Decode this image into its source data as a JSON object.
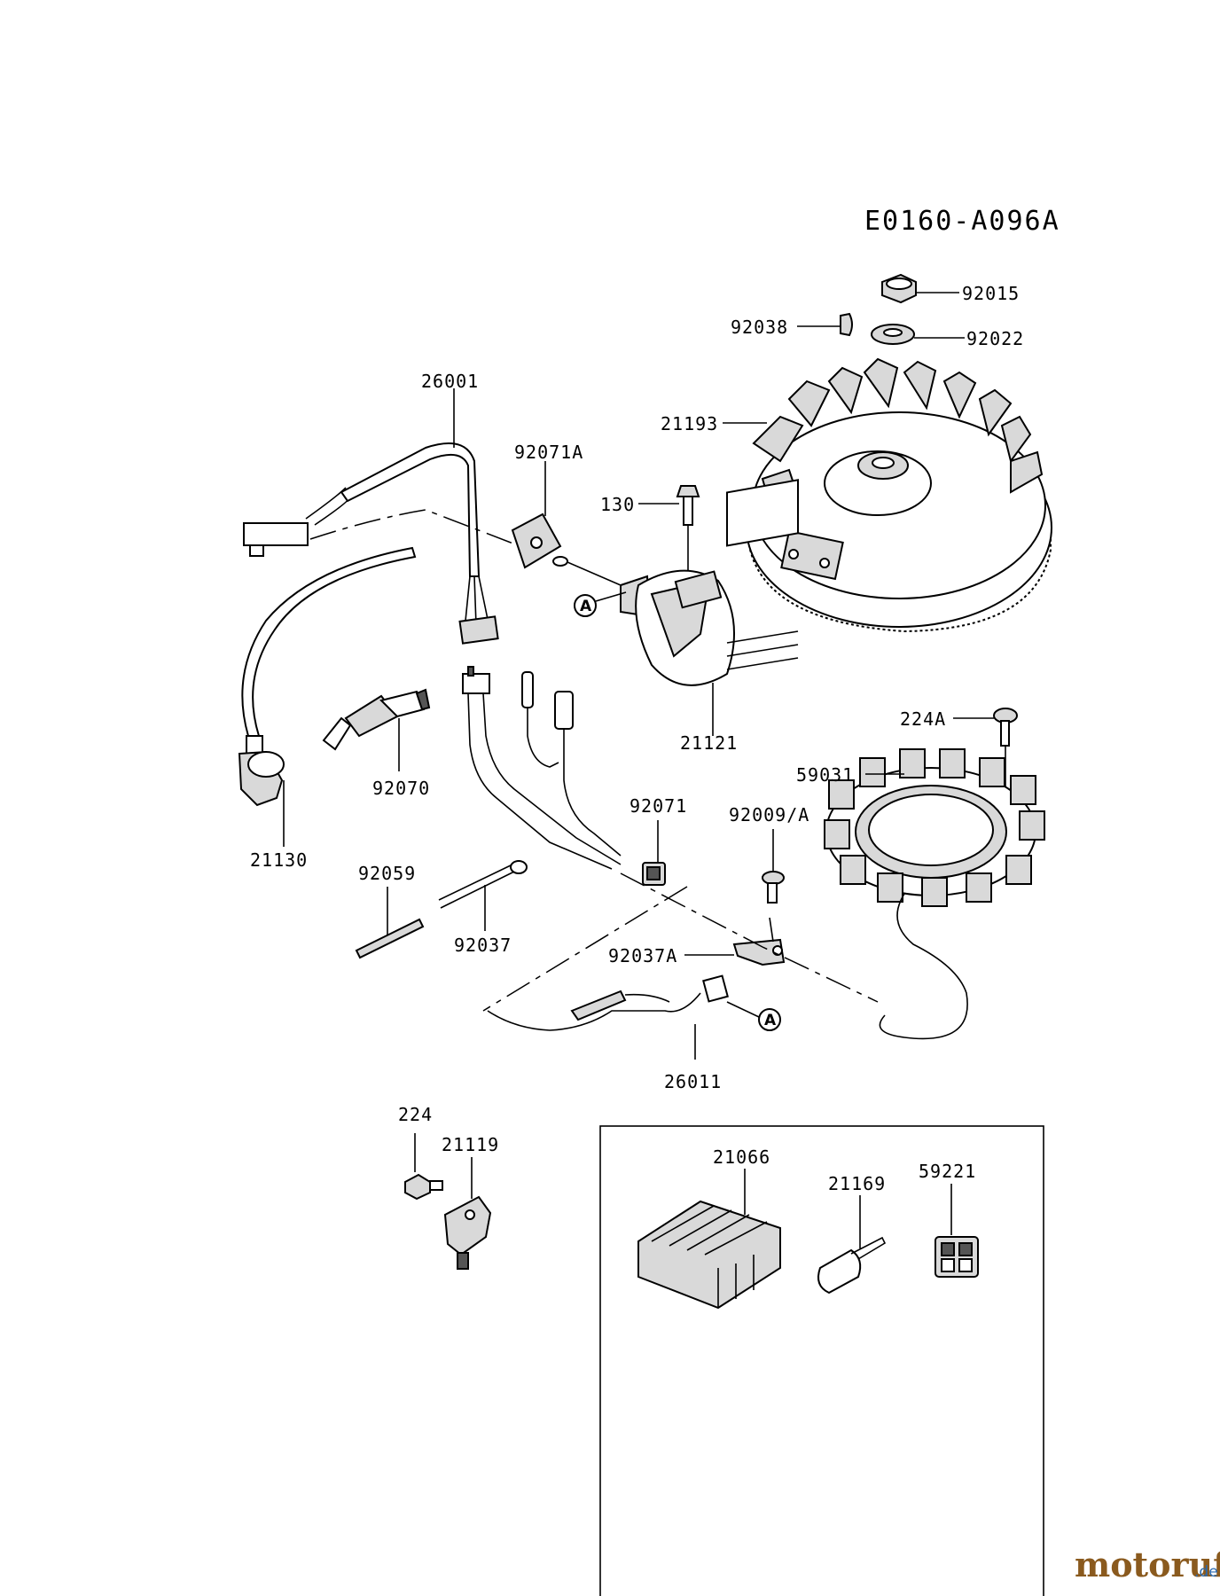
{
  "diagram_code": "E0160-A096A",
  "callout_letter": "A",
  "parts": {
    "p92015": "92015",
    "p92022": "92022",
    "p92038": "92038",
    "p21193": "21193",
    "p26001": "26001",
    "p92071A": "92071A",
    "p130": "130",
    "p21121": "21121",
    "p224A": "224A",
    "p59031": "59031",
    "p92070": "92070",
    "p21130": "21130",
    "p92071": "92071",
    "p92009A": "92009/A",
    "p92059": "92059",
    "p92037": "92037",
    "p92037A": "92037A",
    "p26011": "26011",
    "p224": "224",
    "p21119": "21119",
    "p21066": "21066",
    "p21169": "21169",
    "p59221": "59221"
  },
  "watermark": {
    "brand": "motoruf",
    "tld": ".de",
    "brand_color": "#8a5a1e",
    "accent_color": "#2a6ab0"
  }
}
